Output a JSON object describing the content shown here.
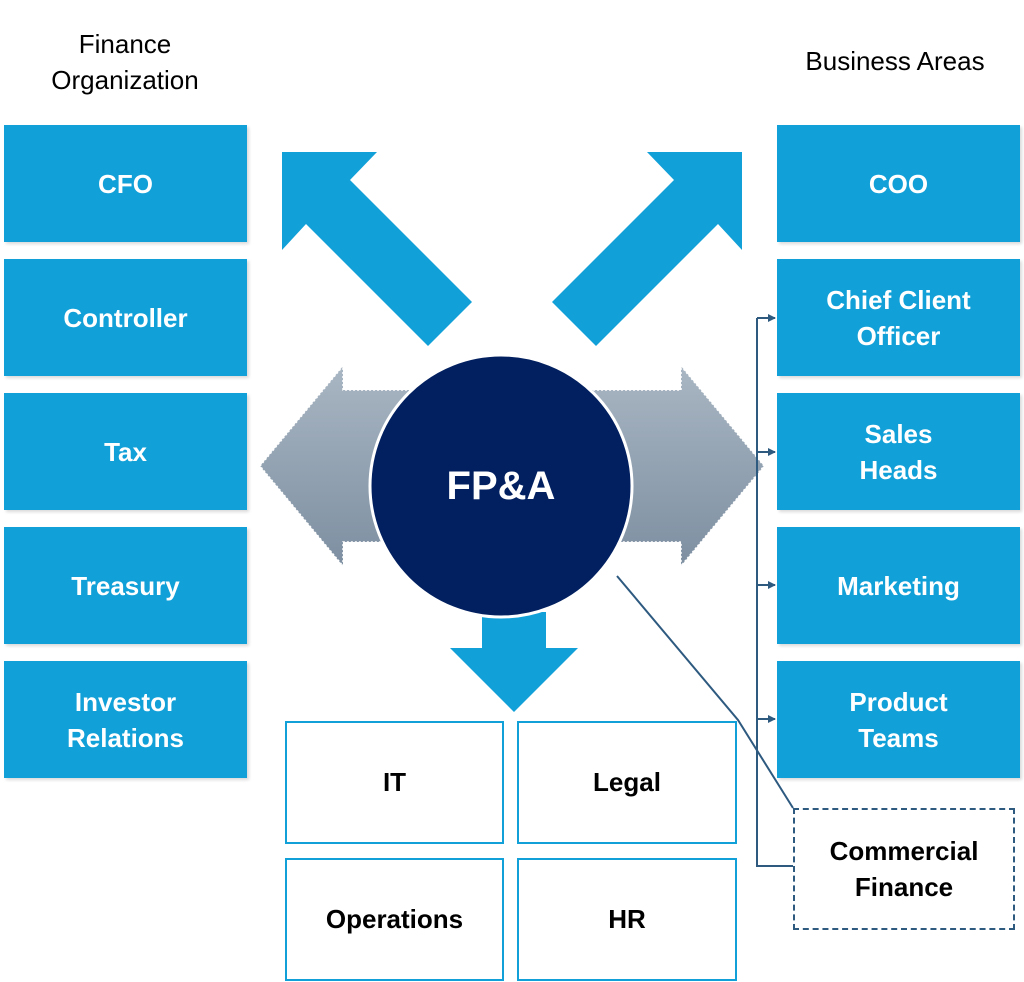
{
  "headings": {
    "left": "Finance\nOrganization",
    "right": "Business Areas"
  },
  "finance_org": [
    {
      "label": "CFO"
    },
    {
      "label": "Controller"
    },
    {
      "label": "Tax"
    },
    {
      "label": "Treasury"
    },
    {
      "label": "Investor\nRelations"
    }
  ],
  "business_areas": [
    {
      "label": "COO"
    },
    {
      "label": "Chief Client\nOfficer"
    },
    {
      "label": "Sales\nHeads"
    },
    {
      "label": "Marketing"
    },
    {
      "label": "Product\nTeams"
    }
  ],
  "hub": {
    "label": "FP&A"
  },
  "support": [
    {
      "label": "IT"
    },
    {
      "label": "Legal"
    },
    {
      "label": "Operations"
    },
    {
      "label": "HR"
    }
  ],
  "commercial_finance": {
    "label": "Commercial\nFinance"
  },
  "colors": {
    "box_blue": "#11a0d8",
    "hub_navy": "#022060",
    "connector": "#2e5a80",
    "gray_arrow_top": "#a9b6c3",
    "gray_arrow_bottom": "#7d8fa1"
  }
}
